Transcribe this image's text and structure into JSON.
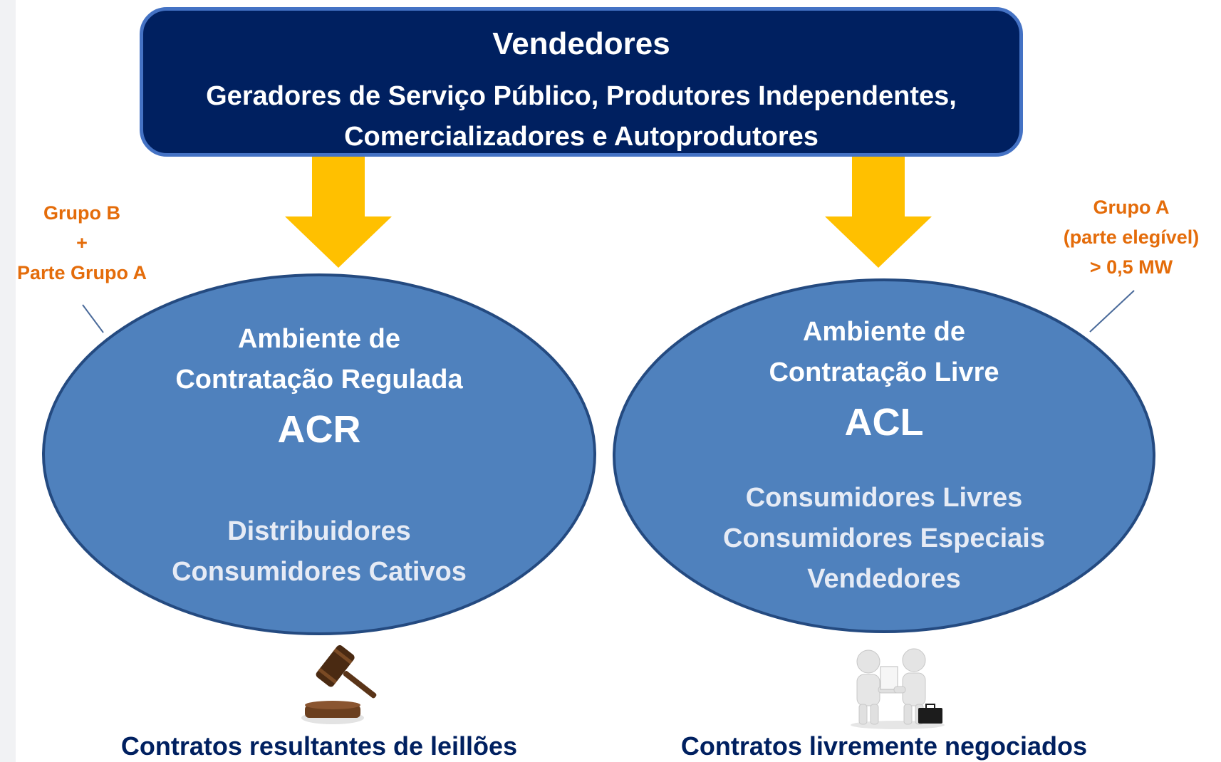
{
  "sellers": {
    "title": "Vendedores",
    "line1": "Geradores de Serviço Público, Produtores Independentes,",
    "line2": "Comercializadores e Autoprodutores"
  },
  "acr": {
    "title_line1": "Ambiente de",
    "title_line2": "Contratação Regulada",
    "acronym": "ACR",
    "members": [
      "Distribuidores",
      "Consumidores Cativos"
    ],
    "group_label": [
      "Grupo B",
      "+",
      "Parte Grupo A"
    ],
    "caption": "Contratos resultantes de leillões"
  },
  "acl": {
    "title_line1": "Ambiente de",
    "title_line2": "Contratação Livre",
    "acronym": "ACL",
    "members": [
      "Consumidores Livres",
      "Consumidores Especiais",
      "Vendedores"
    ],
    "group_label": [
      "Grupo A",
      "(parte elegível)",
      "> 0,5 MW"
    ],
    "caption": "Contratos livremente negociados"
  },
  "colors": {
    "sellers_fill": "#002060",
    "sellers_border": "#4472c4",
    "ellipse_fill": "#4f81bd",
    "ellipse_border": "#244a80",
    "arrow": "#ffc000",
    "group_label": "#e46c0a",
    "caption": "#002060"
  },
  "icons": {
    "acr": "gavel-icon",
    "acl": "handshake-icon"
  }
}
